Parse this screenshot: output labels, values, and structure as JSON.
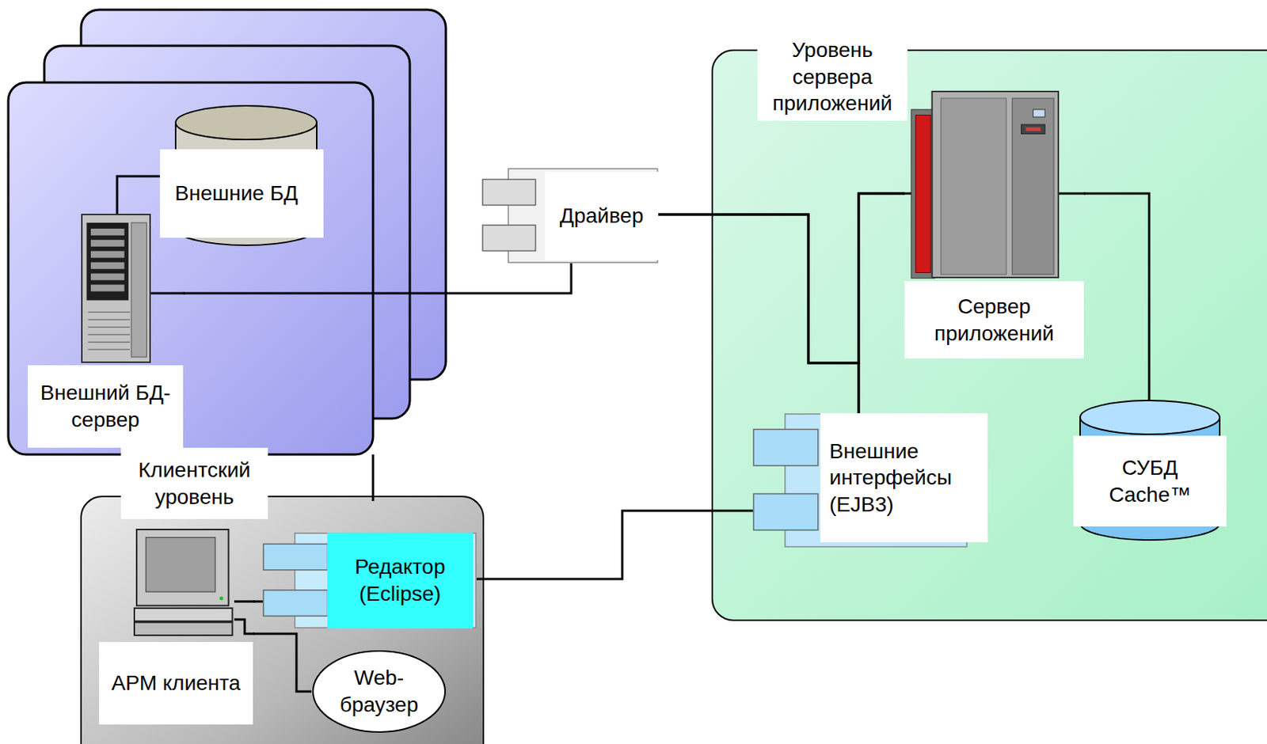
{
  "diagram": {
    "nodes": [
      {
        "text": [
          "Уровень сервера приложений"
        ]
      },
      {
        "text": [
          "Сервер приложений"
        ],
        "in": 0
      },
      {
        "text": [
          "Внешние интерфейсы (EJB3)"
        ],
        "in": 0
      },
      {
        "text": [
          "СУБД Cache™"
        ],
        "in": 0
      },
      {
        "text": [
          "Внешние БД"
        ]
      },
      {
        "text": [
          "Внешний БД-сервер"
        ]
      },
      {
        "text": [
          "Драйвер"
        ]
      },
      {
        "text": [
          "Клиентский уровень"
        ]
      },
      {
        "text": [
          "АРМ клиента"
        ],
        "in": 7
      },
      {
        "text": [
          "Редактор (Eclipse)"
        ],
        "in": 7
      },
      {
        "text": [
          "Web-браузер"
        ],
        "in": 7
      }
    ],
    "edges": [
      {
        "from": 5,
        "to": 4,
        "arrow": "none"
      },
      {
        "from": 5,
        "to": 6,
        "arrow": "none"
      },
      {
        "from": 6,
        "to": 1,
        "arrow": "none"
      },
      {
        "from": 6,
        "to": 2,
        "arrow": "none"
      },
      {
        "from": 1,
        "to": 2,
        "arrow": "none"
      },
      {
        "from": 1,
        "to": 3,
        "arrow": "none"
      },
      {
        "from": 9,
        "to": 2,
        "arrow": "none"
      },
      {
        "from": 8,
        "to": 9,
        "arrow": "none"
      },
      {
        "from": 8,
        "to": 10,
        "arrow": "none"
      }
    ]
  }
}
